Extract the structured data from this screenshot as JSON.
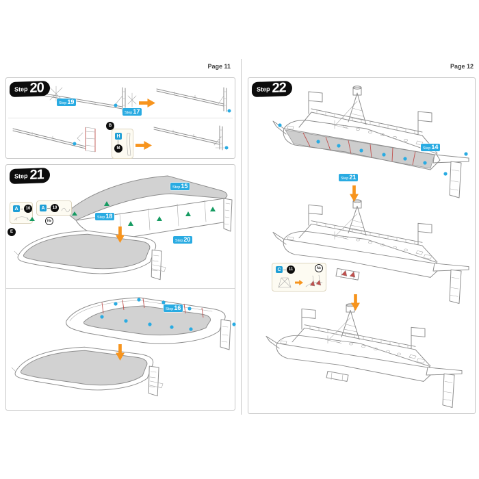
{
  "document": {
    "left_page_label": "Page 11",
    "right_page_label": "Page 12"
  },
  "steps": {
    "s20": {
      "prefix": "Step",
      "number": "20"
    },
    "s21": {
      "prefix": "Step",
      "number": "21"
    },
    "s22": {
      "prefix": "Step",
      "number": "22"
    }
  },
  "tags": {
    "s20_t19": {
      "prefix": "Step",
      "num": "19"
    },
    "s20_t17": {
      "prefix": "Step",
      "num": "17"
    },
    "s21_t15": {
      "prefix": "Step",
      "num": "15"
    },
    "s21_t18": {
      "prefix": "Step",
      "num": "18"
    },
    "s21_t20": {
      "prefix": "Step",
      "num": "20"
    },
    "s21_t16": {
      "prefix": "Step",
      "num": "16"
    },
    "s22_t21": {
      "prefix": "Step",
      "num": "21"
    },
    "s22_t14": {
      "prefix": "Step",
      "num": "14"
    }
  },
  "badges": {
    "s20_part": "B",
    "s20_box_square": "H",
    "s20_box_circle": "M",
    "s21_box1_square": "A",
    "s21_box1_circle": "10",
    "s21_box2_square": "A",
    "s21_box2_circle": "10",
    "s21_ne": "№",
    "s21_e": "E",
    "s22_box_square": "C",
    "s22_box_circle": "11",
    "s22_no": "№"
  },
  "colors": {
    "accent_blue": "#29abe2",
    "arrow_orange": "#f7941d",
    "seam_red": "#c0504d",
    "marker_green": "#169b62",
    "deck_gray": "#d2d2d2",
    "badge_black": "#0d0d0d"
  }
}
